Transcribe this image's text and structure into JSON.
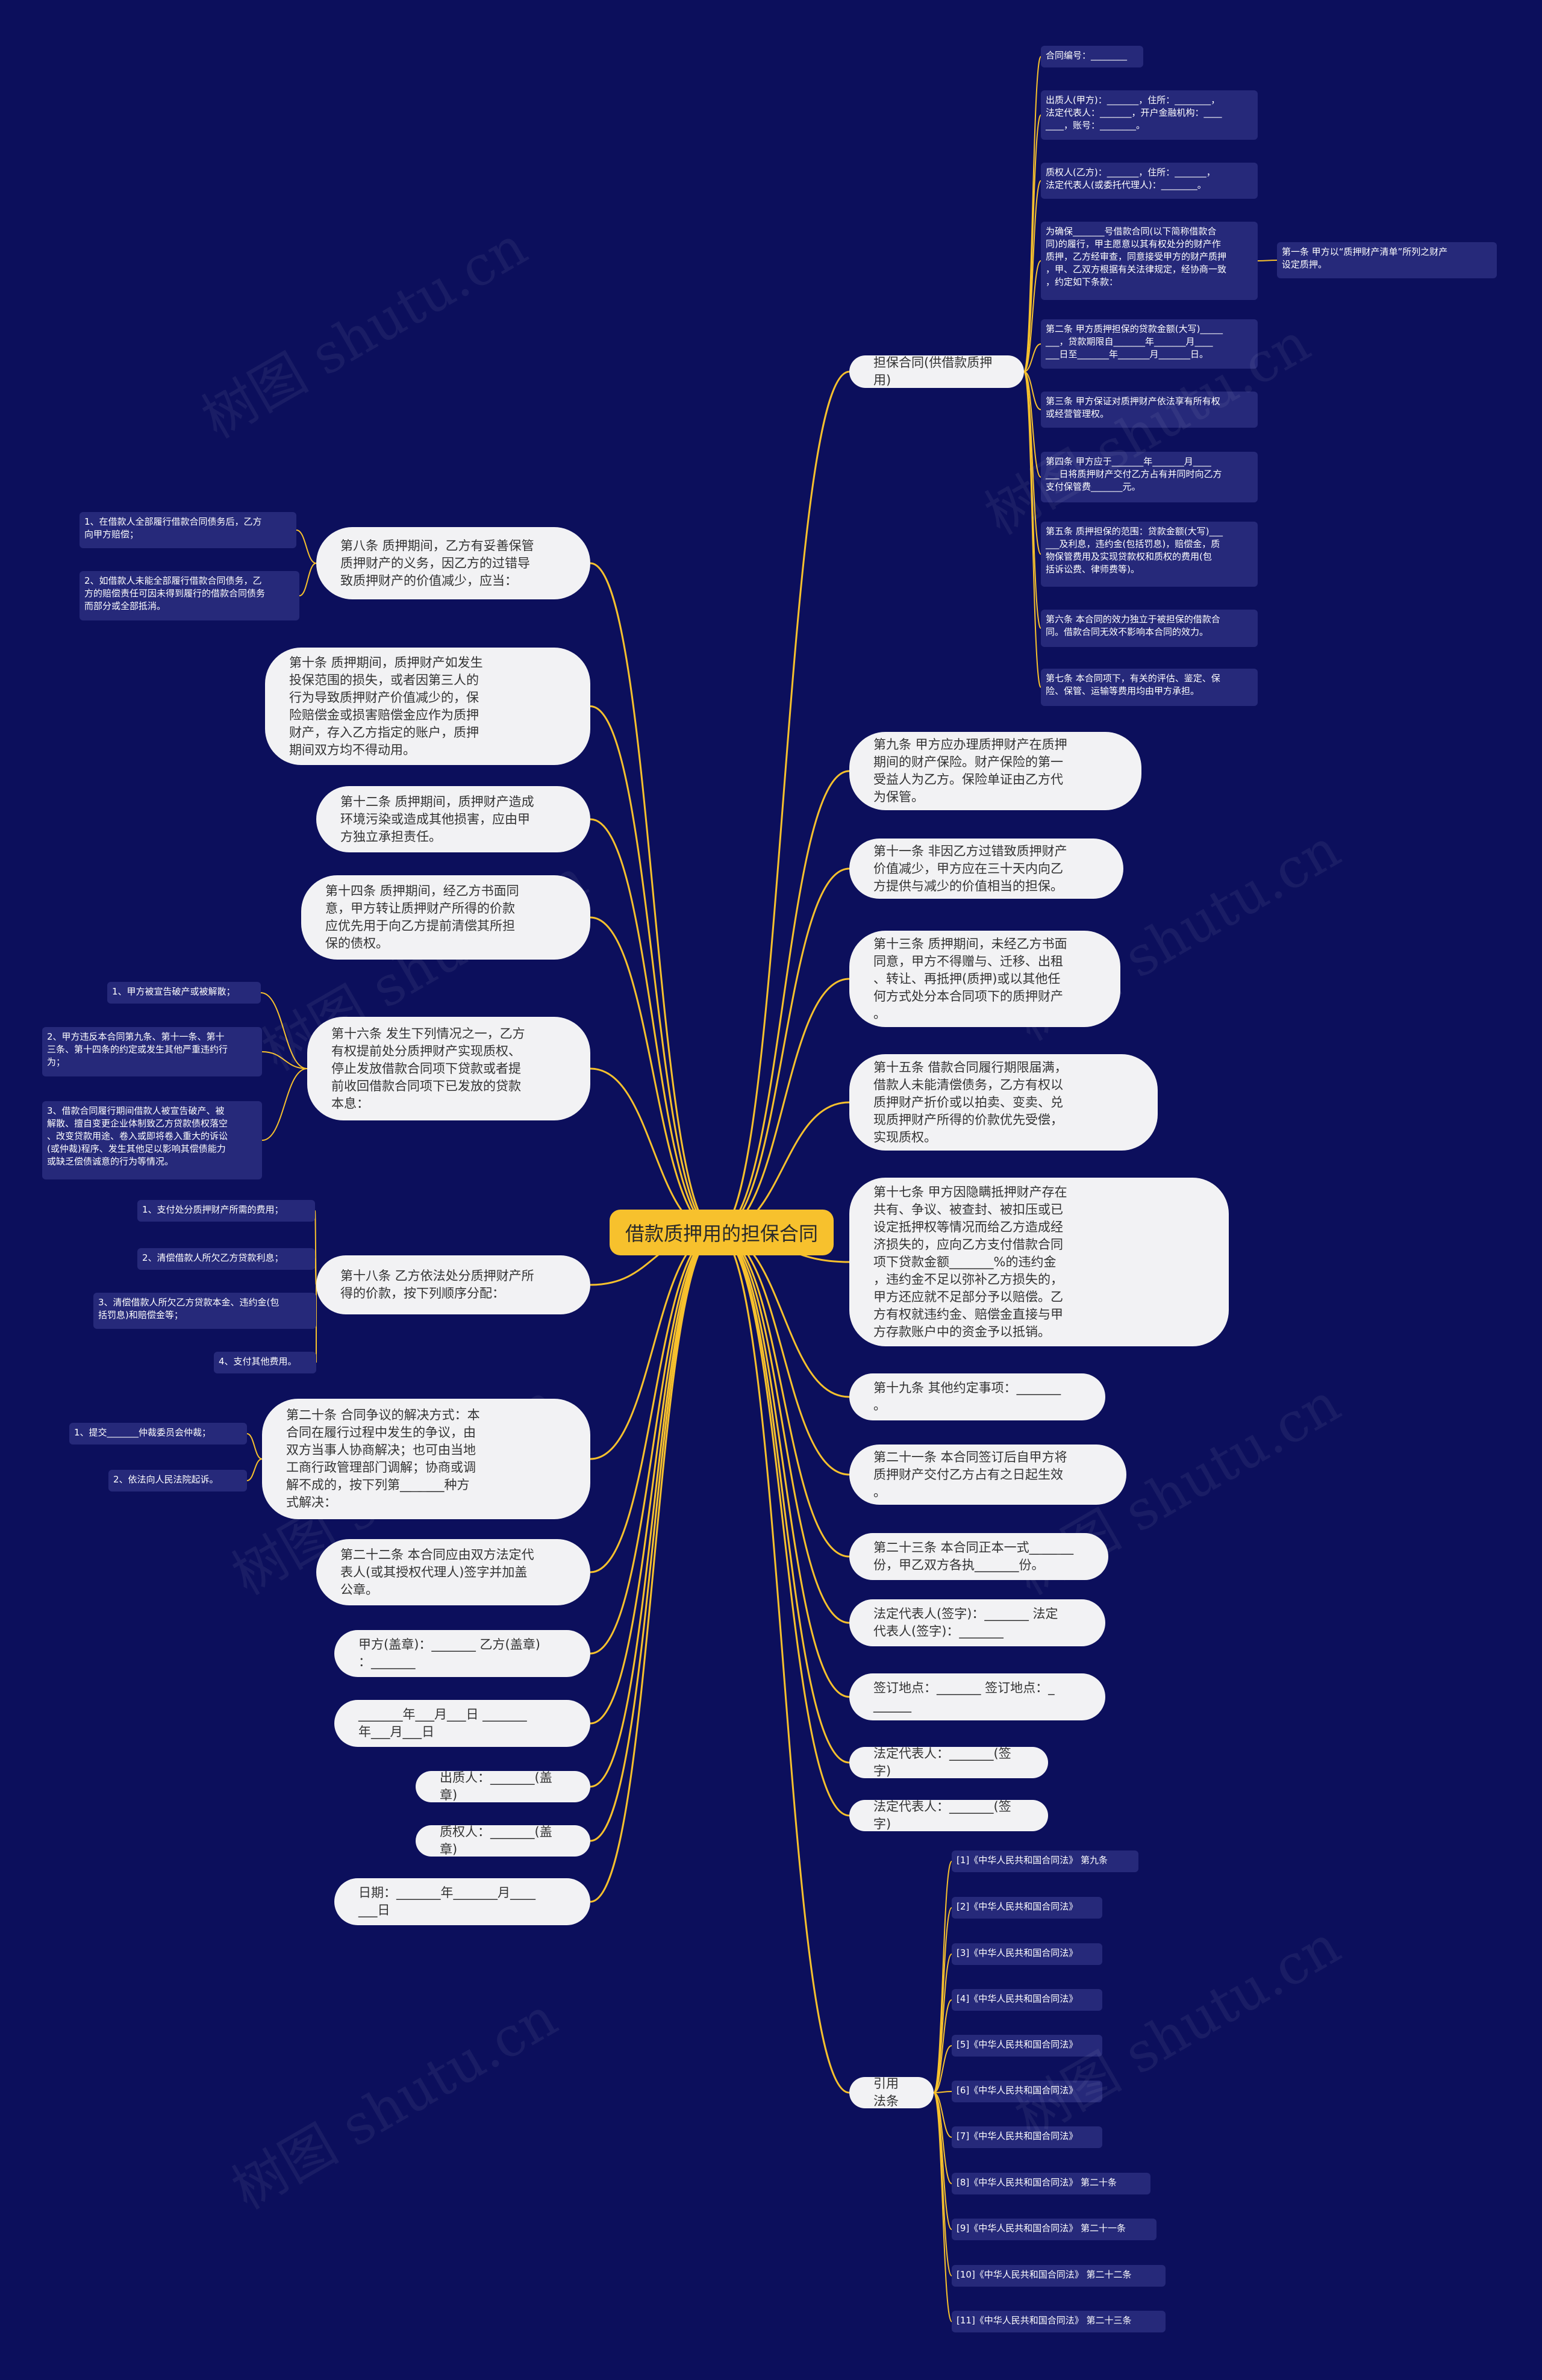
{
  "root": "借款质押用的担保合同",
  "watermark": "树图 shutu.cn",
  "colors": {
    "background": "#0c0f5c",
    "root": "#f7c12d",
    "node": "#f2f2f4",
    "leaf": "#26297a",
    "line": "#f7c12d"
  },
  "right_nodes": [
    {
      "id": "r0",
      "text": "担保合同(供借款质押用)",
      "children": [
        "合同编号：________",
        "出质人(甲方)：_______，住所：________，\n法定代表人：_______，开户金融机构：____\n____，账号：________。",
        "质权人(乙方)：_______，住所：_______，\n法定代表人(或委托代理人)：________。",
        "为确保_______号借款合同(以下简称借款合\n同)的履行，甲主愿意以其有权处分的财产作\n质押，乙方经审查，同意接受甲方的财产质押\n，甲、乙双方根据有关法律规定，经协商一致\n，约定如下条款：",
        "第二条 甲方质押担保的贷款金额(大写)_____\n___，贷款期限自_______年_______月____\n___日至_______年_______月_______日。",
        "第三条 甲方保证对质押财产依法享有所有权\n或经营管理权。",
        "第四条 甲方应于_______年_______月____\n___日将质押财产交付乙方占有并同时向乙方\n支付保管费_______元。",
        "第五条 质押担保的范围：贷款金额(大写)___\n___及利息，违约金(包括罚息)，赔偿金，质\n物保管费用及实现贷款权和质权的费用(包\n括诉讼费、律师费等)。",
        "第六条 本合同的效力独立于被担保的借款合\n同。借款合同无效不影响本合同的效力。",
        "第七条 本合同项下，有关的评估、鉴定、保\n险、保管、运输等费用均由甲方承担。"
      ]
    },
    {
      "id": "r1",
      "text": "第九条 甲方应办理质押财产在质押\n期间的财产保险。财产保险的第一\n受益人为乙方。保险单证由乙方代\n为保管。",
      "children": []
    },
    {
      "id": "r2",
      "text": "第十一条 非因乙方过错致质押财产\n价值减少，甲方应在三十天内向乙\n方提供与减少的价值相当的担保。",
      "children": []
    },
    {
      "id": "r3",
      "text": "第十三条 质押期间，未经乙方书面\n同意，甲方不得赠与、迁移、出租\n、转让、再抵押(质押)或以其他任\n何方式处分本合同项下的质押财产\n。",
      "children": []
    },
    {
      "id": "r4",
      "text": "第十五条 借款合同履行期限届满，\n借款人未能清偿债务，乙方有权以\n质押财产折价或以拍卖、变卖、兑\n现质押财产所得的价款优先受偿，\n实现质权。",
      "children": []
    },
    {
      "id": "r5",
      "text": "第十七条 甲方因隐瞒抵押财产存在\n共有、争议、被查封、被扣压或已\n设定抵押权等情况而给乙方造成经\n济损失的，应向乙方支付借款合同\n项下贷款金额_______%的违约金\n，违约金不足以弥补乙方损失的，\n甲方还应就不足部分予以赔偿。乙\n方有权就违约金、赔偿金直接与甲\n方存款账户中的资金予以抵销。",
      "children": []
    },
    {
      "id": "r6",
      "text": "第十九条 其他约定事项：_______\n。",
      "children": []
    },
    {
      "id": "r7",
      "text": "第二十一条 本合同签订后自甲方将\n质押财产交付乙方占有之日起生效\n。",
      "children": []
    },
    {
      "id": "r8",
      "text": "第二十三条 本合同正本一式_______\n份，甲乙双方各执_______份。",
      "children": []
    },
    {
      "id": "r9",
      "text": "法定代表人(签字)：_______ 法定\n代表人(签字)：_______",
      "children": []
    },
    {
      "id": "r10",
      "text": "签订地点：_______ 签订地点：_\n______",
      "children": []
    },
    {
      "id": "r11",
      "text": "法定代表人：_______(签字)",
      "children": []
    },
    {
      "id": "r12",
      "text": "法定代表人：_______(签字)",
      "children": []
    },
    {
      "id": "r13",
      "text": "引用法条",
      "children": [
        "[1]《中华人民共和国合同法》 第九条",
        "[2]《中华人民共和国合同法》",
        "[3]《中华人民共和国合同法》",
        "[4]《中华人民共和国合同法》",
        "[5]《中华人民共和国合同法》",
        "[6]《中华人民共和国合同法》",
        "[7]《中华人民共和国合同法》",
        "[8]《中华人民共和国合同法》 第二十条",
        "[9]《中华人民共和国合同法》 第二十一条",
        "[10]《中华人民共和国合同法》 第二十二条",
        "[11]《中华人民共和国合同法》 第二十三条"
      ]
    }
  ],
  "first_clause": "第一条 甲方以“质押财产清单”所列之财产\n设定质押。",
  "left_nodes": [
    {
      "id": "l0",
      "text": "第八条 质押期间，乙方有妥善保管\n质押财产的义务，因乙方的过错导\n致质押财产的价值减少，应当：",
      "children": [
        "1、在借款人全部履行借款合同债务后，乙方\n向甲方赔偿；",
        "2、如借款人未能全部履行借款合同债务，乙\n方的赔偿责任可因未得到履行的借款合同债务\n而部分或全部抵消。"
      ]
    },
    {
      "id": "l1",
      "text": "第十条 质押期间，质押财产如发生\n投保范围的损失，或者因第三人的\n行为导致质押财产价值减少的，保\n险赔偿金或损害赔偿金应作为质押\n财产，存入乙方指定的账户，质押\n期间双方均不得动用。",
      "children": []
    },
    {
      "id": "l2",
      "text": "第十二条 质押期间，质押财产造成\n环境污染或造成其他损害，应由甲\n方独立承担责任。",
      "children": []
    },
    {
      "id": "l3",
      "text": "第十四条 质押期间，经乙方书面同\n意，甲方转让质押财产所得的价款\n应优先用于向乙方提前清偿其所担\n保的债权。",
      "children": []
    },
    {
      "id": "l4",
      "text": "第十六条 发生下列情况之一，乙方\n有权提前处分质押财产实现质权、\n停止发放借款合同项下贷款或者提\n前收回借款合同项下已发放的贷款\n本息：",
      "children": [
        "1、甲方被宣告破产或被解散；",
        "2、甲方违反本合同第九条、第十一条、第十\n三条、第十四条的约定或发生其他严重违约行\n为；",
        "3、借款合同履行期间借款人被宣告破产、被\n解散、擅自变更企业体制致乙方贷款债权落空\n、改变贷款用途、卷入或即将卷入重大的诉讼\n(或仲裁)程序、发生其他足以影响其偿债能力\n或缺乏偿债诚意的行为等情况。"
      ]
    },
    {
      "id": "l5",
      "text": "第十八条 乙方依法处分质押财产所\n得的价款，按下列顺序分配：",
      "children": [
        "1、支付处分质押财产所需的费用；",
        "2、清偿借款人所欠乙方贷款利息；",
        "3、清偿借款人所欠乙方贷款本金、违约金(包\n括罚息)和赔偿金等；",
        "4、支付其他费用。"
      ]
    },
    {
      "id": "l6",
      "text": "第二十条 合同争议的解决方式：本\n合同在履行过程中发生的争议，由\n双方当事人协商解决；也可由当地\n工商行政管理部门调解；协商或调\n解不成的，按下列第_______种方\n式解决：",
      "children": [
        "1、提交_______仲裁委员会仲裁；",
        "2、依法向人民法院起诉。"
      ]
    },
    {
      "id": "l7",
      "text": "第二十二条 本合同应由双方法定代\n表人(或其授权代理人)签字并加盖\n公章。",
      "children": []
    },
    {
      "id": "l8",
      "text": "甲方(盖章)：_______ 乙方(盖章)\n：_______",
      "children": []
    },
    {
      "id": "l9",
      "text": "_______年___月___日 _______\n年___月___日",
      "children": []
    },
    {
      "id": "l10",
      "text": "出质人：_______(盖章)",
      "children": []
    },
    {
      "id": "l11",
      "text": "质权人：_______(盖章)",
      "children": []
    },
    {
      "id": "l12",
      "text": "日期：_______年_______月____\n___日",
      "children": []
    }
  ]
}
